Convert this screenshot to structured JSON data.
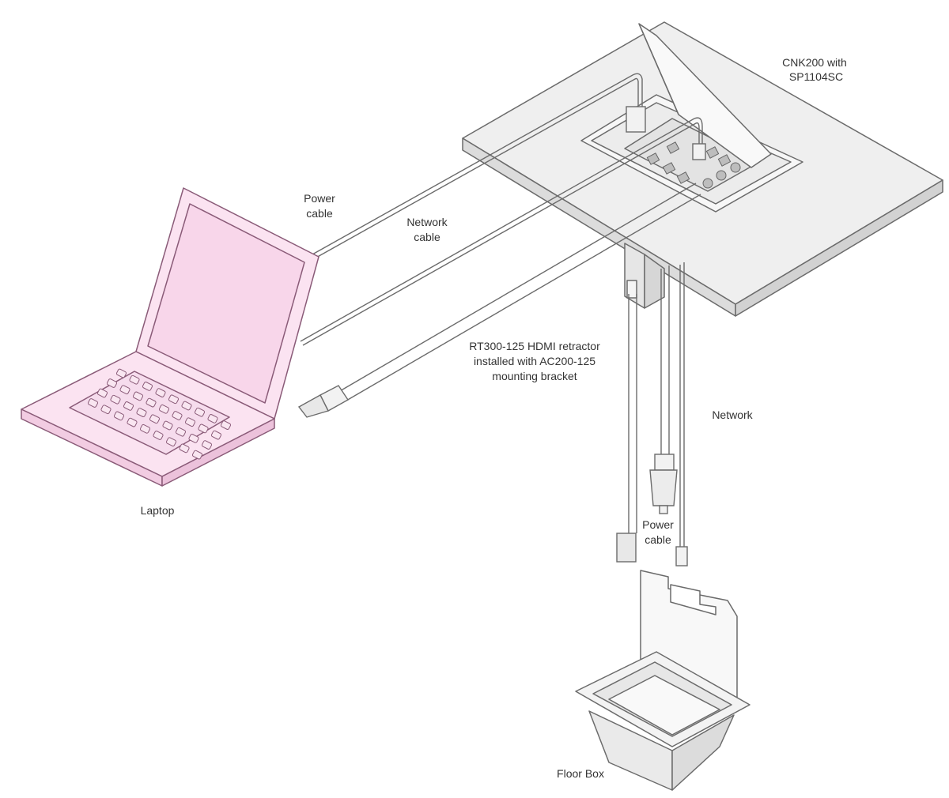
{
  "colors": {
    "laptop_fill": "#fbe3f1",
    "laptop_stroke": "#8a5b78",
    "line": "#6b6b6b",
    "table_fill": "#ededed",
    "cable_fill": "#f4f4f4",
    "box_fill": "#f1f1f1"
  },
  "labels": {
    "cnk_line1": "CNK200 with",
    "cnk_line2": "SP1104SC",
    "power_cable_top_1": "Power",
    "power_cable_top_2": "cable",
    "network_cable_1": "Network",
    "network_cable_2": "cable",
    "retractor_1": "RT300-125 HDMI retractor",
    "retractor_2": "installed with AC200-125",
    "retractor_3": "mounting bracket",
    "network": "Network",
    "power_cable_bottom_1": "Power",
    "power_cable_bottom_2": "cable",
    "laptop": "Laptop",
    "floor_box": "Floor Box"
  },
  "icons": {
    "laptop": "laptop-icon",
    "table": "conference-table-icon",
    "floor_box": "floor-box-icon",
    "hdmi_connector": "hdmi-connector-icon",
    "power_plug": "power-plug-icon",
    "network_plug": "rj45-plug-icon"
  }
}
